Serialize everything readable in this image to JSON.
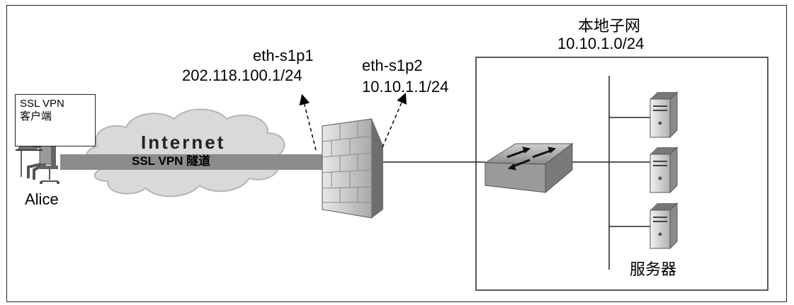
{
  "client": {
    "box_line1": "SSL VPN",
    "box_line2": "客户端",
    "user_name": "Alice"
  },
  "internet": {
    "cloud_label": "Internet",
    "tunnel_label": "SSL VPN 隧道"
  },
  "firewall": {
    "port1_name": "eth-s1p1",
    "port1_ip": "202.118.100.1/24",
    "port2_name": "eth-s1p2",
    "port2_ip": "10.10.1.1/24"
  },
  "local_subnet": {
    "title": "本地子网",
    "cidr": "10.10.1.0/24",
    "servers_label": "服务器"
  },
  "colors": {
    "tunnel": "#8c8c8c",
    "cloud_fill": "#d9d9d9",
    "device_gray": "#9a9a9a",
    "line": "#222222"
  }
}
